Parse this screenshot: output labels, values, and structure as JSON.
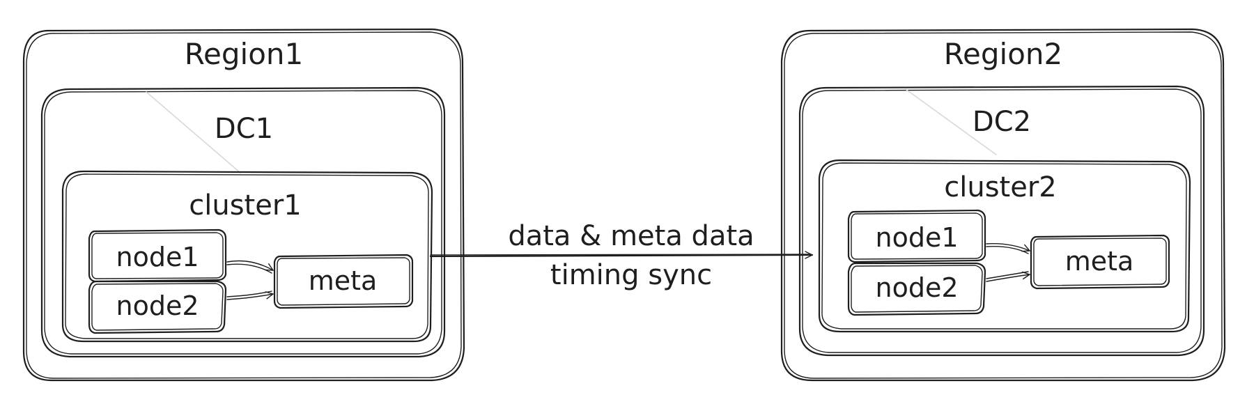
{
  "region1": {
    "label": "Region1",
    "dc": {
      "label": "DC1",
      "cluster": {
        "label": "cluster1",
        "node1": "node1",
        "node2": "node2",
        "meta": "meta"
      }
    }
  },
  "region2": {
    "label": "Region2",
    "dc": {
      "label": "DC2",
      "cluster": {
        "label": "cluster2",
        "node1": "node1",
        "node2": "node2",
        "meta": "meta"
      }
    }
  },
  "sync": {
    "line1": "data & meta data",
    "line2": "timing sync"
  }
}
